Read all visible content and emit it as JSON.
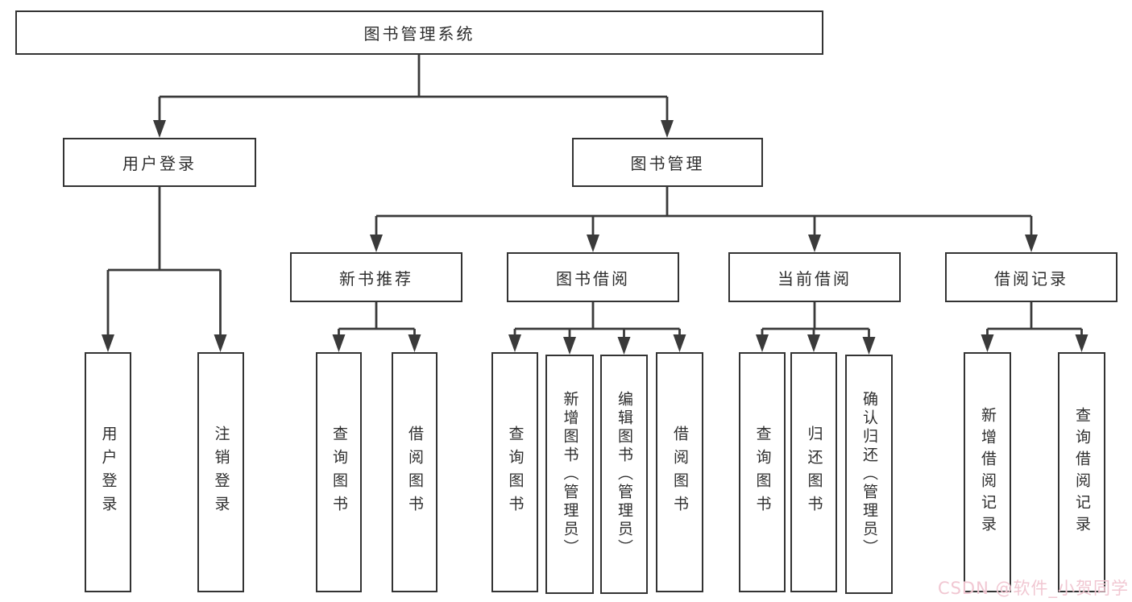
{
  "colors": {
    "line": "#3a3a3a",
    "box_border": "#333333",
    "box_fill": "#ffffff",
    "text": "#2e2e2e",
    "watermark_pink": "#f0c4d0"
  },
  "tree": {
    "root": {
      "label": "图书管理系统",
      "children": [
        {
          "label": "用户登录",
          "children": [
            {
              "label": "用户登录"
            },
            {
              "label": "注销登录"
            }
          ]
        },
        {
          "label": "图书管理",
          "children": [
            {
              "label": "新书推荐",
              "children": [
                {
                  "label": "查询图书"
                },
                {
                  "label": "借阅图书"
                }
              ]
            },
            {
              "label": "图书借阅",
              "children": [
                {
                  "label": "查询图书"
                },
                {
                  "label": "新增图书（管理员）"
                },
                {
                  "label": "编辑图书（管理员）"
                },
                {
                  "label": "借阅图书"
                }
              ]
            },
            {
              "label": "当前借阅",
              "children": [
                {
                  "label": "查询图书"
                },
                {
                  "label": "归还图书"
                },
                {
                  "label": "确认归还（管理员）"
                }
              ]
            },
            {
              "label": "借阅记录",
              "children": [
                {
                  "label": "新增借阅记录"
                },
                {
                  "label": "查询借阅记录"
                }
              ]
            }
          ]
        }
      ]
    }
  },
  "watermark": {
    "text": "CSDN @软件_小贺同学"
  }
}
